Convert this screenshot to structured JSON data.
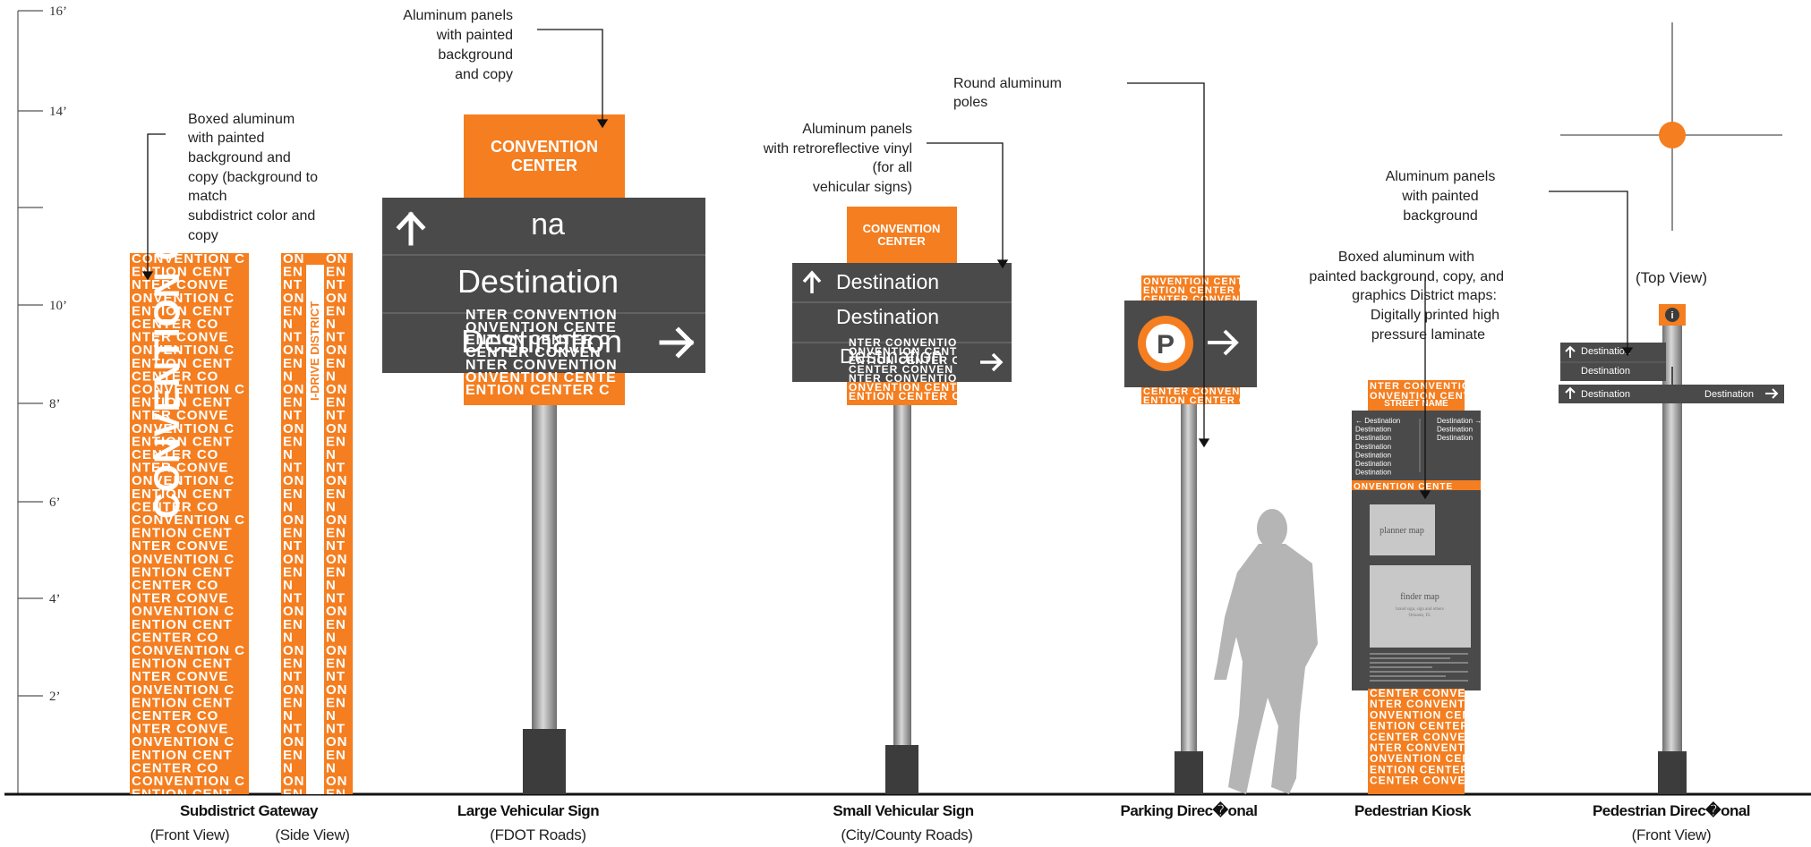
{
  "scale": {
    "ticks": [
      "16’",
      "14’",
      "10’",
      "8’",
      "6’",
      "4’",
      "2’"
    ]
  },
  "pattern_lines": [
    "CONVENTION C",
    "ENTION CENT",
    "NTER CONVE",
    "ONVENTION C",
    "ENTION CENT",
    "CENTER CO",
    "NTER CONVE",
    "ONVENTION C",
    "ENTION CENT",
    "CENTER CO"
  ],
  "side_pattern": [
    "ON",
    "EN",
    "NT",
    "ON",
    "EN",
    "N",
    "NT",
    "ON",
    "EN",
    "N"
  ],
  "gateway": {
    "vertical_label": "CONVENTION CENTER",
    "side_label": "I-DRIVE DISTRICT"
  },
  "large_sign": {
    "header": [
      "CONVENTION",
      "CENTER"
    ],
    "row1": "na",
    "row2": "Destination",
    "row3": "Destination",
    "overlay": [
      "NTER CONVENTION",
      "ONVENTION CENTE",
      "ENTION CENTER C",
      "CENTER CONVEN",
      "NTER CONVENTION",
      "ONVENTION CENTE",
      "ENTION CENTER C"
    ]
  },
  "small_sign": {
    "header": [
      "CONVENTION",
      "CENTER"
    ],
    "row1": "Destination",
    "row2": "Destination",
    "row3": "Destination",
    "overlay": [
      "NTER CONVENTION",
      "ONVENTION CENTE",
      "ENTION CENTER C",
      "CENTER CONVEN",
      "NTER CONVENTION",
      "ONVENTION CENTE",
      "ENTION CENTER C"
    ]
  },
  "parking_sign": {
    "symbol": "P",
    "top_pattern": [
      "ONVENTION CENTE",
      "ENTION CENTER C",
      "CENTER CONVEN"
    ],
    "bottom_pattern": [
      "CENTER CONVEN",
      "ENTION CENTER C"
    ]
  },
  "kiosk": {
    "street_name": "STREET NAME",
    "left_list": [
      "← Destination",
      "Destination",
      "Destination",
      "Destination",
      "Destination",
      "Destination",
      "Destination"
    ],
    "right_list": [
      "Destination →",
      "Destination",
      "Destination"
    ],
    "planner_map": "planner map",
    "finder_map": "finder map",
    "finder_sub": [
      "brand sign, sign and others",
      "Orlando, FL"
    ],
    "top_pattern": [
      "NTER CONVENTIO",
      "ONVENTION CENTE"
    ],
    "mid_pattern": [
      "ONVENTION CENTE"
    ],
    "bottom_pattern": [
      "CENTER CONVEN",
      "NTER CONVENTION",
      "ONVENTION CENTE",
      "ENTION CENTER C",
      "CENTER CONVEN",
      "NTER CONVENTION",
      "ONVENTION CENTE",
      "ENTION CENTER C",
      "CENTER CONVEN"
    ]
  },
  "ped_directional": {
    "top_view_label": "(Top View)",
    "info_symbol": "i",
    "row1": "Destination",
    "row2": "Destination",
    "row3_left": "Destination",
    "row3_right": "Destination"
  },
  "notes": {
    "gateway": [
      "Boxed aluminum",
      "with  painted",
      "background  and",
      "copy  (background to",
      "match",
      "subdistrict color and",
      "copy"
    ],
    "large": [
      "Aluminum panels",
      "with  painted",
      "background",
      "and copy"
    ],
    "small": [
      "Aluminum panels",
      "with  retroreflective vinyl",
      "(for all",
      "vehicular signs)"
    ],
    "poles": [
      "Round aluminum",
      "poles"
    ],
    "ped_panels": [
      "Aluminum panels",
      "with  painted",
      "background"
    ],
    "kiosk": [
      "Boxed aluminum with",
      "painted background, copy, and",
      "graphics  District maps:",
      "Digitally printed  high",
      "pressure laminate"
    ]
  },
  "captions": [
    {
      "title": "Subdistrict Gateway",
      "sub": "(Front View)"
    },
    {
      "title": "",
      "sub": "(Side View)"
    },
    {
      "title": "Large Vehicular Sign",
      "sub": "(FDOT Roads)"
    },
    {
      "title": "Small Vehicular Sign",
      "sub": "(City/County Roads)"
    },
    {
      "title": "Parking Direc�onal",
      "sub": ""
    },
    {
      "title": "Pedestrian Kiosk",
      "sub": ""
    },
    {
      "title": "Pedestrian Direc�onal",
      "sub": "(Front View)"
    }
  ],
  "colors": {
    "orange": "#f47e20",
    "dark": "#4a4a4a",
    "pole": "#9a9a9a",
    "base": "#3c3c3c",
    "person": "#b5b5b5"
  }
}
